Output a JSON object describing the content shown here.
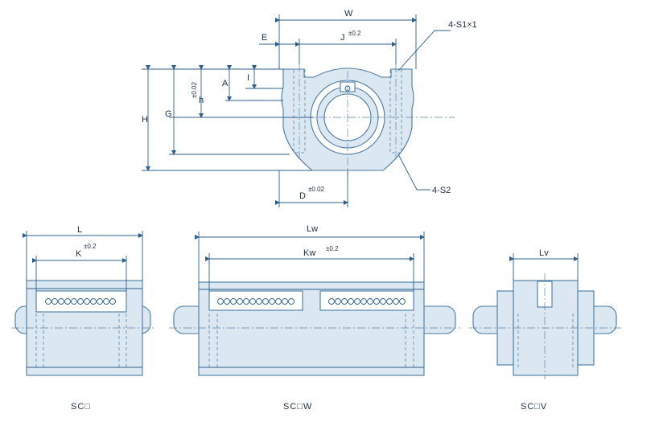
{
  "labels": {
    "W": "W",
    "E": "E",
    "J": "J",
    "tol_02": "±0.2",
    "tol_002": "±0.02",
    "A": "A",
    "I": "I",
    "h": "h",
    "G": "G",
    "H": "H",
    "D": "D",
    "S1": "4-S1×1",
    "S2": "4-S2",
    "L": "L",
    "K": "K",
    "Lw": "Lw",
    "Kw": "Kw",
    "Lv": "Lv"
  },
  "captions": {
    "sc": "SC□",
    "scw": "SC□W",
    "scv": "SC□V"
  },
  "colors": {
    "line": "#2c5f8a",
    "part_fill": "#dbe7f1",
    "text": "#1c2f44"
  }
}
